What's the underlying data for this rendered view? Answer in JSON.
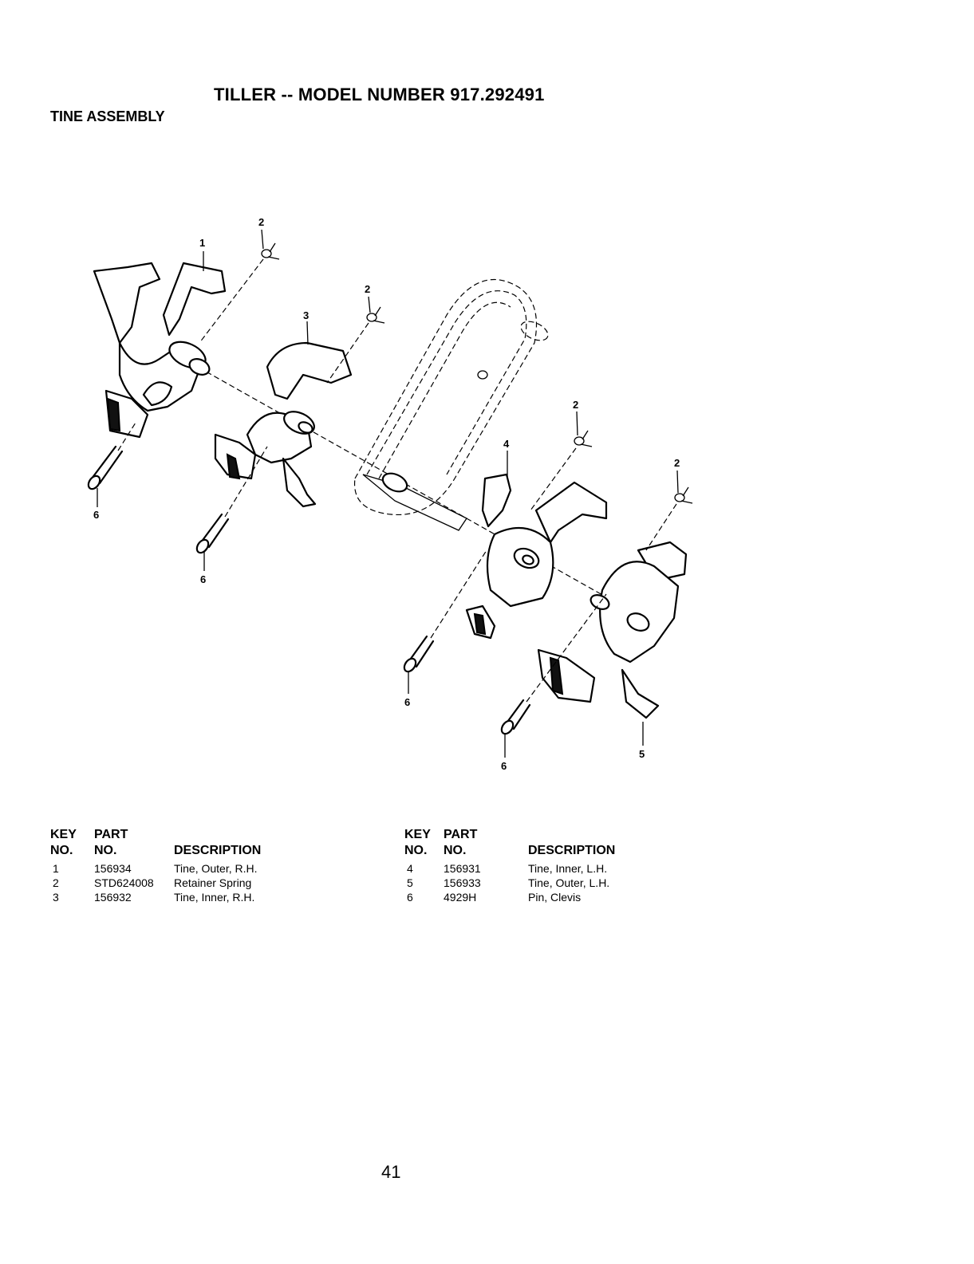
{
  "header": {
    "title": "TILLER -- MODEL NUMBER 917.292491",
    "section": "TINE ASSEMBLY"
  },
  "diagram": {
    "callouts": [
      "1",
      "2",
      "2",
      "3",
      "2",
      "4",
      "2",
      "5",
      "6",
      "6",
      "6",
      "6"
    ]
  },
  "parts_table": {
    "headers": {
      "key_line1": "KEY",
      "key_line2": "NO.",
      "part_line1": "PART",
      "part_line2": "NO.",
      "description": "DESCRIPTION"
    },
    "left": [
      {
        "key": "1",
        "part": "156934",
        "description": "Tine, Outer, R.H."
      },
      {
        "key": "2",
        "part": "STD624008",
        "description": "Retainer Spring"
      },
      {
        "key": "3",
        "part": "156932",
        "description": "Tine, Inner, R.H."
      }
    ],
    "right": [
      {
        "key": "4",
        "part": "156931",
        "description": "Tine, Inner,  L.H."
      },
      {
        "key": "5",
        "part": "156933",
        "description": "Tine, Outer, L.H."
      },
      {
        "key": "6",
        "part": "4929H",
        "description": "Pin, Clevis"
      }
    ]
  },
  "footer": {
    "page_number": "41"
  }
}
